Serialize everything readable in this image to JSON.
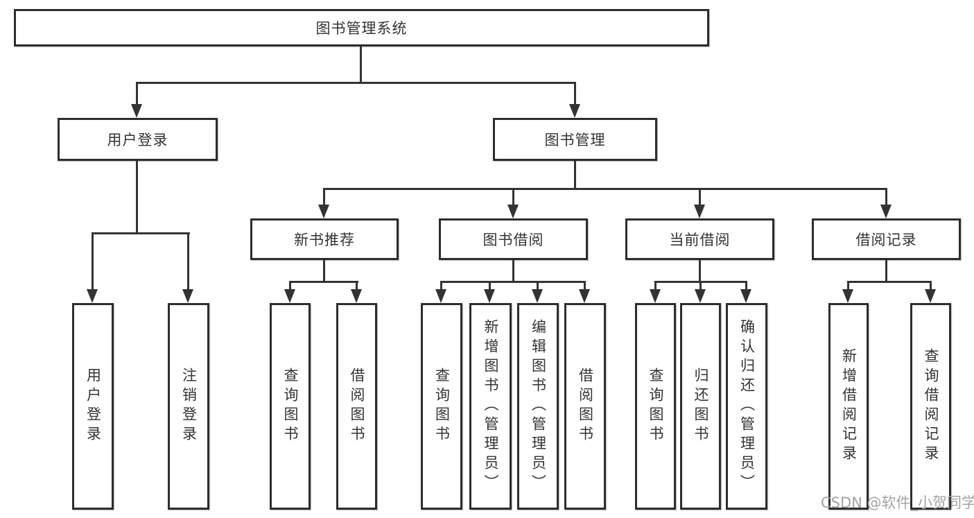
{
  "diagram": {
    "root": {
      "label": "图书管理系统"
    },
    "level2": [
      {
        "label": "用户登录"
      },
      {
        "label": "图书管理"
      }
    ],
    "level3": [
      {
        "label": "新书推荐"
      },
      {
        "label": "图书借阅"
      },
      {
        "label": "当前借阅"
      },
      {
        "label": "借阅记录"
      }
    ],
    "leaves": [
      {
        "label": "用户登录",
        "parent": "用户登录"
      },
      {
        "label": "注销登录",
        "parent": "用户登录"
      },
      {
        "label": "查询图书",
        "parent": "新书推荐"
      },
      {
        "label": "借阅图书",
        "parent": "新书推荐"
      },
      {
        "label": "查询图书",
        "parent": "图书借阅"
      },
      {
        "label": "新增图书（管理员）",
        "parent": "图书借阅"
      },
      {
        "label": "编辑图书（管理员）",
        "parent": "图书借阅"
      },
      {
        "label": "借阅图书",
        "parent": "图书借阅"
      },
      {
        "label": "查询图书",
        "parent": "当前借阅"
      },
      {
        "label": "归还图书",
        "parent": "当前借阅"
      },
      {
        "label": "确认归还（管理员）",
        "parent": "当前借阅"
      },
      {
        "label": "新增借阅记录",
        "parent": "借阅记录"
      },
      {
        "label": "查询借阅记录",
        "parent": "借阅记录"
      }
    ],
    "watermark": "CSDN @软件_小贺同学",
    "colors": {
      "line": "#333333",
      "box_border": "#2d2d2d",
      "text": "#333333",
      "watermark": "#a3a3a3",
      "background": "#ffffff"
    }
  }
}
